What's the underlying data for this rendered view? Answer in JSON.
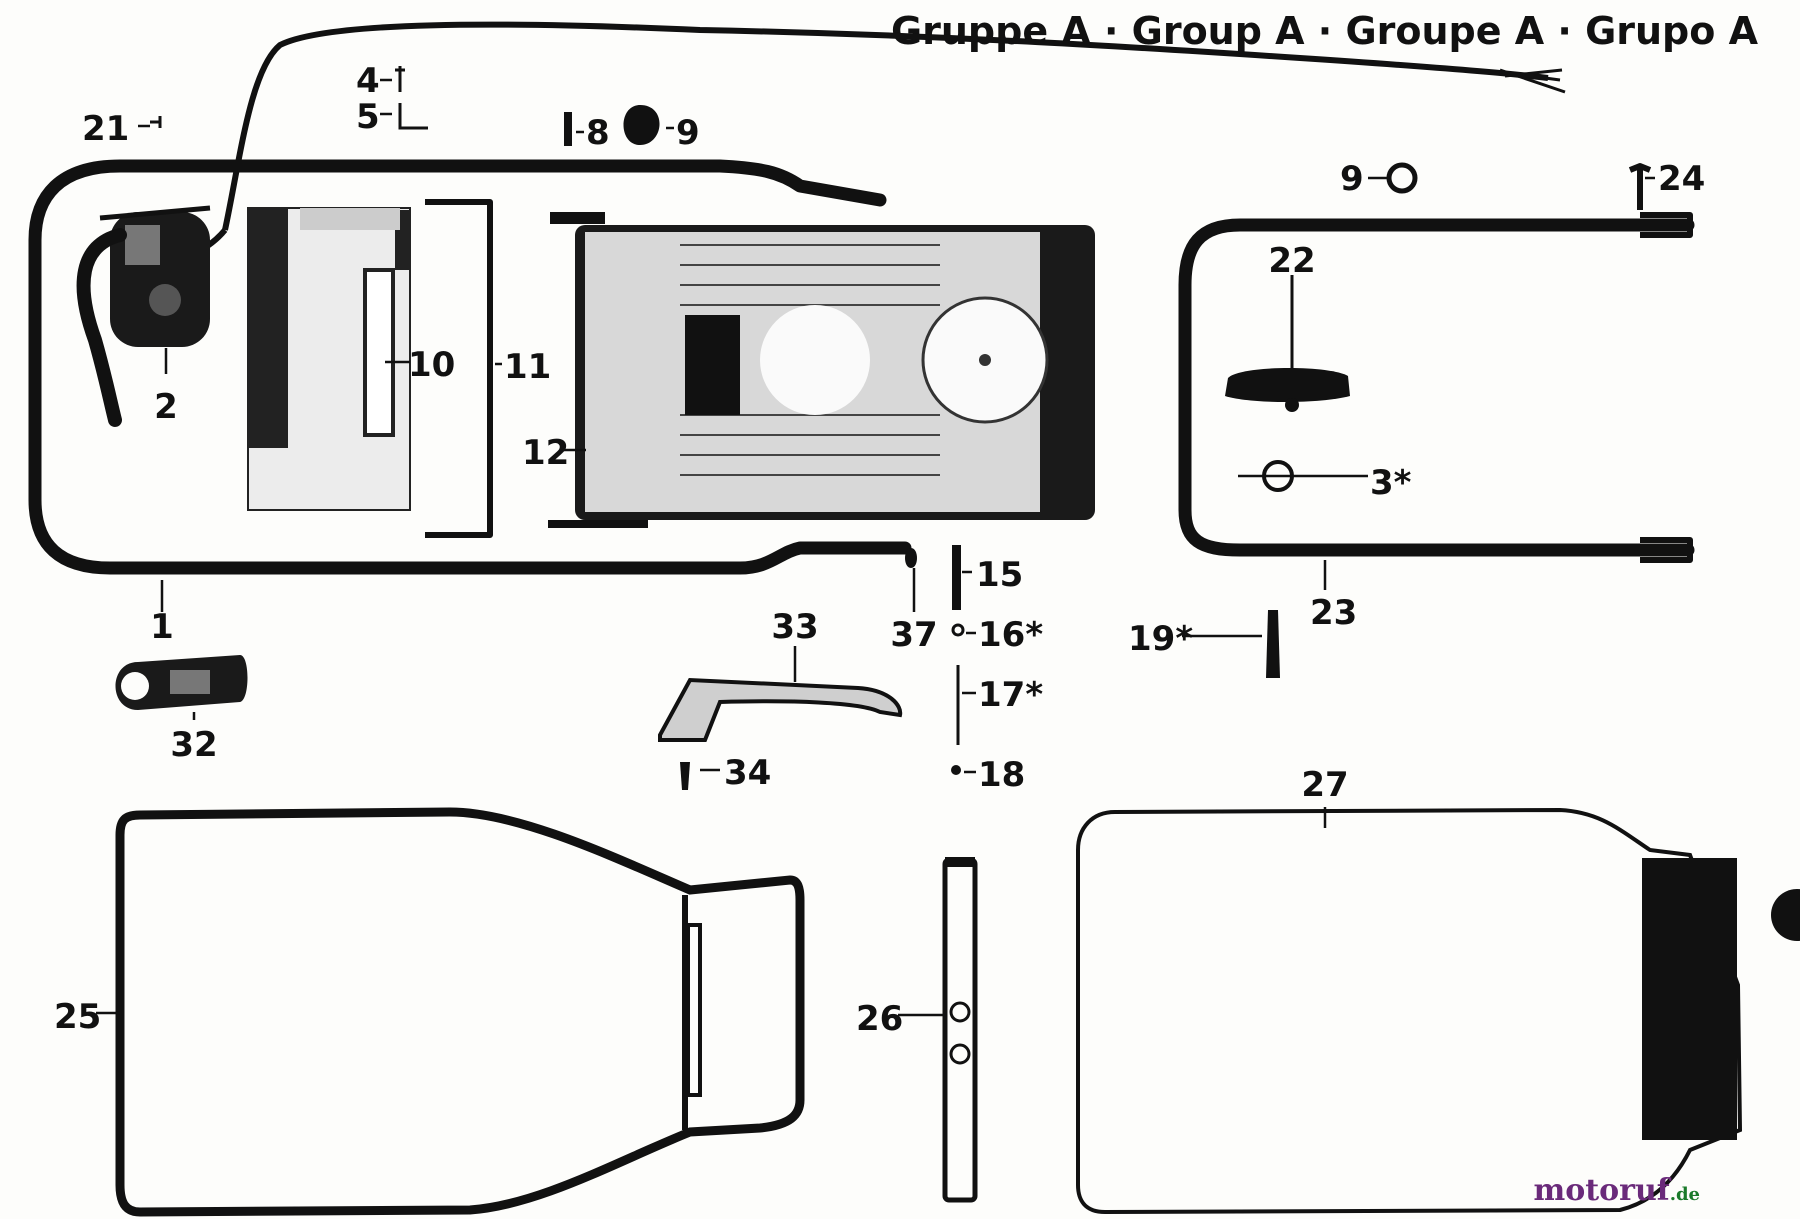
{
  "title": "Gruppe A · Group A · Groupe A · Grupo A",
  "watermark": {
    "main": "motoruf",
    "suffix": ".de"
  },
  "callouts": [
    {
      "id": "c1",
      "text": "1"
    },
    {
      "id": "c2",
      "text": "2"
    },
    {
      "id": "c3",
      "text": "3*"
    },
    {
      "id": "c4",
      "text": "4"
    },
    {
      "id": "c5",
      "text": "5"
    },
    {
      "id": "c8",
      "text": "8"
    },
    {
      "id": "c9a",
      "text": "9"
    },
    {
      "id": "c9b",
      "text": "9"
    },
    {
      "id": "c10",
      "text": "10"
    },
    {
      "id": "c11",
      "text": "11"
    },
    {
      "id": "c12",
      "text": "12"
    },
    {
      "id": "c15",
      "text": "15"
    },
    {
      "id": "c16",
      "text": "16*"
    },
    {
      "id": "c17",
      "text": "17*"
    },
    {
      "id": "c18",
      "text": "18"
    },
    {
      "id": "c19",
      "text": "19*"
    },
    {
      "id": "c21",
      "text": "21"
    },
    {
      "id": "c22",
      "text": "22"
    },
    {
      "id": "c23",
      "text": "23"
    },
    {
      "id": "c24",
      "text": "24"
    },
    {
      "id": "c25",
      "text": "25"
    },
    {
      "id": "c26",
      "text": "26"
    },
    {
      "id": "c27",
      "text": "27"
    },
    {
      "id": "c32",
      "text": "32"
    },
    {
      "id": "c33",
      "text": "33"
    },
    {
      "id": "c34",
      "text": "34"
    },
    {
      "id": "c37",
      "text": "37"
    }
  ],
  "colors": {
    "ink": "#111111",
    "paper": "#fdfdfb",
    "watermark_main": "#6a2a7a",
    "watermark_suffix": "#1a7a2a"
  }
}
